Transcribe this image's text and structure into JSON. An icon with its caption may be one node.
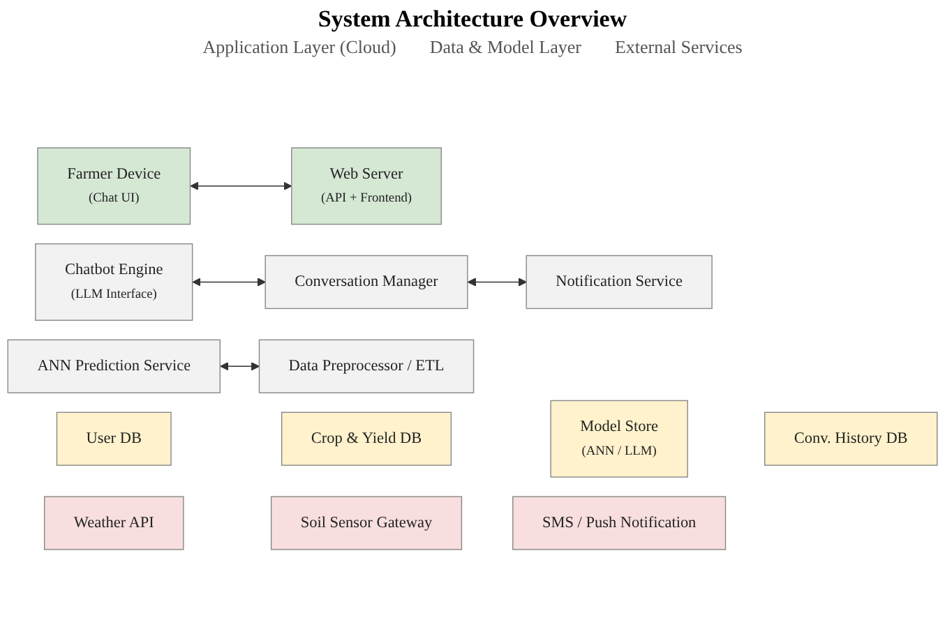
{
  "diagram": {
    "title": "System Architecture Overview",
    "nodes": [
      {
        "text": [
          "Farmer Device",
          "(Chat UI)"
        ]
      },
      {
        "text": [
          "Web Server",
          "(API + Frontend)"
        ]
      },
      {
        "text": [
          "Chatbot Engine",
          "(LLM Interface)"
        ]
      },
      {
        "text": [
          "Conversation Manager"
        ]
      },
      {
        "text": [
          "Notification Service"
        ]
      },
      {
        "text": [
          "ANN Prediction Service"
        ]
      },
      {
        "text": [
          "Data Preprocessor / ETL"
        ]
      },
      {
        "text": [
          "User DB"
        ]
      },
      {
        "text": [
          "Crop & Yield DB"
        ]
      },
      {
        "text": [
          "Model Store",
          "(ANN / LLM)"
        ]
      },
      {
        "text": [
          "Conv. History DB"
        ]
      },
      {
        "text": [
          "Weather API"
        ]
      },
      {
        "text": [
          "Soil Sensor Gateway"
        ]
      },
      {
        "text": [
          "SMS / Push Notification"
        ]
      }
    ],
    "edges": [
      {
        "from": 0,
        "to": 1,
        "arrow": "both"
      },
      {
        "from": 2,
        "to": 3,
        "arrow": "both"
      },
      {
        "from": 3,
        "to": 4,
        "arrow": "both"
      },
      {
        "from": 5,
        "to": 6,
        "arrow": "both"
      }
    ],
    "labels": [
      "Application Layer (Cloud)",
      "Data & Model Layer",
      "External Services"
    ]
  }
}
